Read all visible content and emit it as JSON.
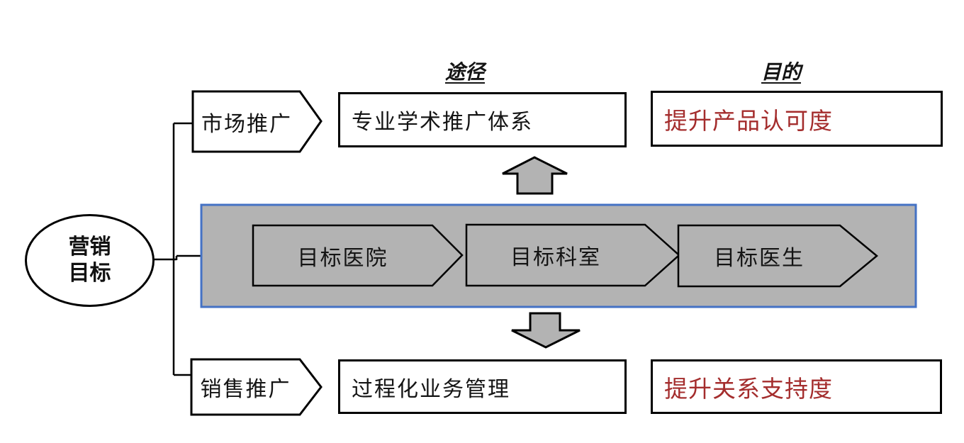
{
  "headers": {
    "approach": "途径",
    "purpose": "目的"
  },
  "goal": {
    "line1": "营销",
    "line2": "目标"
  },
  "rows": {
    "top": {
      "tag": "市场推广",
      "approach": "专业学术推广体系",
      "purpose": "提升产品认可度"
    },
    "middle": {
      "targets": [
        "目标医院",
        "目标科室",
        "目标医生"
      ]
    },
    "bottom": {
      "tag": "销售推广",
      "approach": "过程化业务管理",
      "purpose": "提升关系支持度"
    }
  },
  "colors": {
    "purpose_text": "#A42D2D",
    "gray_fill": "#B3B3B3",
    "container_border": "#4472C4",
    "outline": "#000000"
  }
}
